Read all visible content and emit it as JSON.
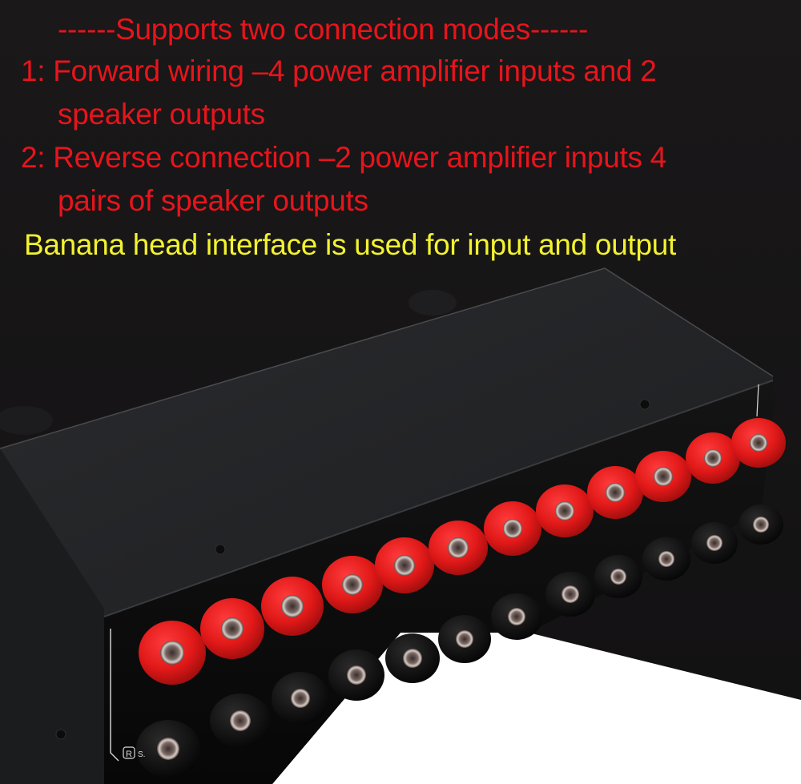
{
  "caption": {
    "header": "------Supports two connection modes------",
    "mode1_line1": "1: Forward wiring –4 power amplifier inputs and 2",
    "mode1_line2": "speaker outputs",
    "mode2_line1": "2: Reverse connection –2 power amplifier inputs 4",
    "mode2_line2": "pairs of speaker outputs",
    "footer": "Banana head interface is used for input and output"
  },
  "colors": {
    "background_dark": "#161415",
    "text_red": "#e8141c",
    "text_yellow": "#f2f230",
    "terminal_red": "#e01818",
    "terminal_black": "#0c0c0c",
    "device_body": "#232427"
  },
  "product": {
    "name": "speaker-amplifier-switcher-box",
    "red_terminals": 12,
    "black_terminals": 12,
    "panel_labels": [
      "R",
      "S."
    ]
  }
}
